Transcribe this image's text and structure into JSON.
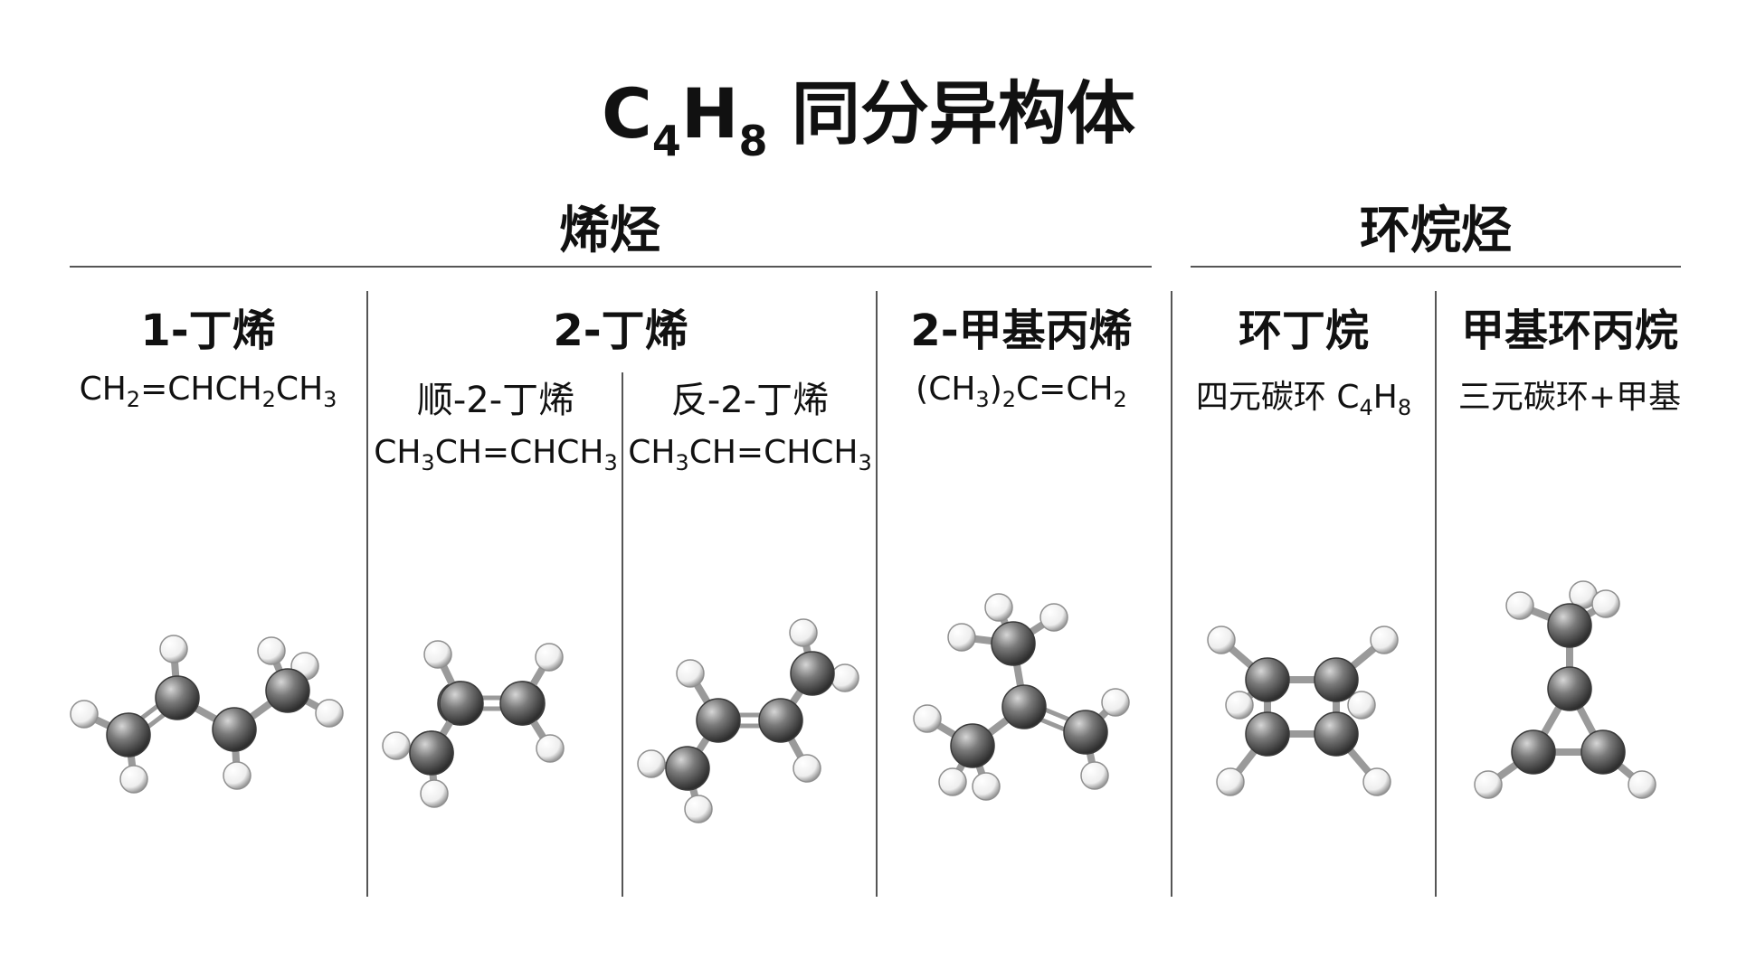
{
  "title": {
    "prefix": "C",
    "sub1": "4",
    "mid": "H",
    "sub2": "8",
    "suffix": " 同分异构体"
  },
  "groups": {
    "alkene": "烯烃",
    "cycloalkane": "环烷烃"
  },
  "isomers": {
    "butene1": {
      "name": "1-丁烯",
      "f": [
        "CH",
        "2",
        "=CHCH",
        "2",
        "CH",
        "3"
      ]
    },
    "butene2": {
      "name": "2-丁烯"
    },
    "cis": {
      "name": "顺-2-丁烯",
      "f": [
        "CH",
        "3",
        "CH=CHCH",
        "3"
      ]
    },
    "trans": {
      "name": "反-2-丁烯",
      "f": [
        "CH",
        "3",
        "CH=CHCH",
        "3"
      ]
    },
    "methylpropene": {
      "name": "2-甲基丙烯",
      "f": [
        "(CH",
        "3",
        ")",
        "2",
        "C=CH",
        "2"
      ]
    },
    "cyclobutane": {
      "name": "环丁烷",
      "f": [
        "四元碳环 C",
        "4",
        "H",
        "8"
      ]
    },
    "methylcyclopropane": {
      "name": "甲基环丙烷",
      "f": [
        "三元碳环+甲基"
      ]
    }
  },
  "colors": {
    "carbon": "#6e6e6e",
    "hydrogen": "#f4f4f4",
    "bond": "#9a9a9a",
    "rule": "#555555"
  }
}
